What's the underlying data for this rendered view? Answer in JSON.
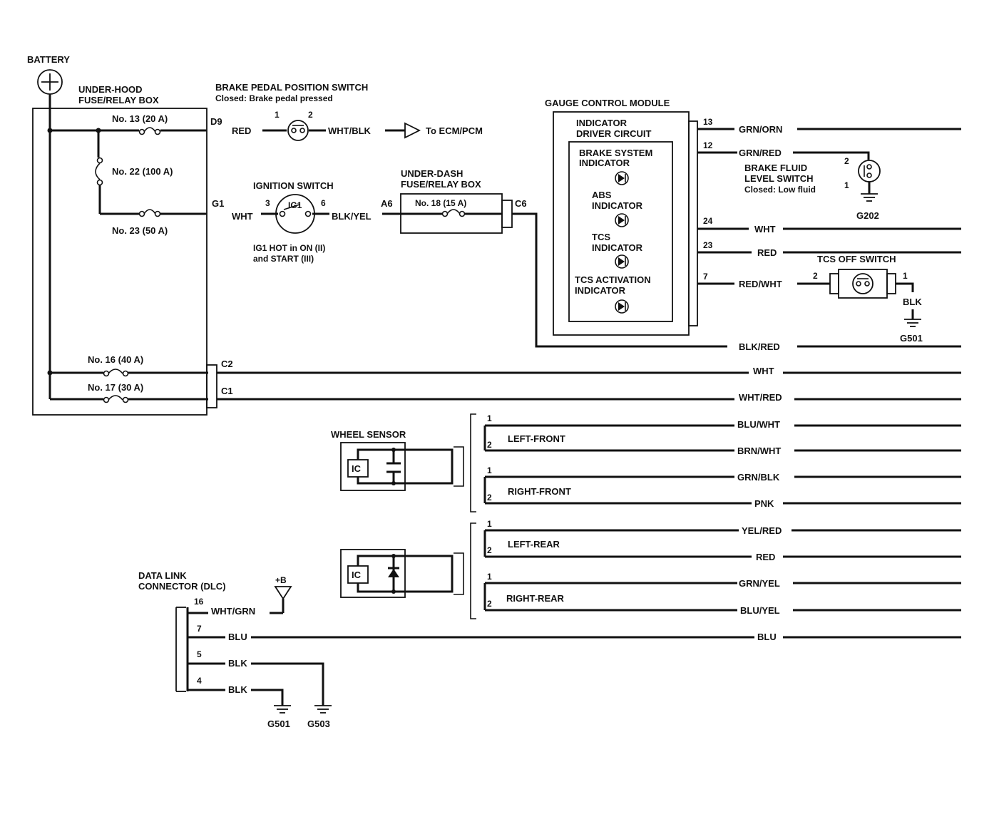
{
  "battery": {
    "label": "BATTERY"
  },
  "underhood": {
    "title1": "UNDER-HOOD",
    "title2": "FUSE/RELAY BOX",
    "fuse13": "No. 13 (20 A)",
    "fuse22": "No. 22 (100 A)",
    "fuse23": "No. 23 (50 A)",
    "fuse16": "No. 16 (40 A)",
    "fuse17": "No. 17 (30 A)",
    "term_d9": "D9",
    "term_g1": "G1",
    "term_c2": "C2",
    "term_c1": "C1"
  },
  "brake_switch": {
    "title": "BRAKE PEDAL POSITION SWITCH",
    "subtitle": "Closed: Brake pedal pressed",
    "pin1": "1",
    "pin2": "2",
    "wire_in": "RED",
    "wire_out": "WHT/BLK",
    "dest": "To ECM/PCM"
  },
  "ignition": {
    "title": "IGNITION SWITCH",
    "pin3": "3",
    "pin6": "6",
    "contact": "IG1",
    "wire_in": "WHT",
    "wire_out": "BLK/YEL",
    "note1": "IG1 HOT in ON (II)",
    "note2": "and START (III)"
  },
  "underdash": {
    "title1": "UNDER-DASH",
    "title2": "FUSE/RELAY BOX",
    "fuse18": "No. 18 (15 A)",
    "term_a6": "A6",
    "term_c6": "C6"
  },
  "gcm": {
    "title": "GAUGE CONTROL MODULE",
    "driver1": "INDICATOR",
    "driver2": "DRIVER CIRCUIT",
    "brake1": "BRAKE SYSTEM",
    "brake2": "INDICATOR",
    "abs1": "ABS",
    "abs2": "INDICATOR",
    "tcs1": "TCS",
    "tcs2": "INDICATOR",
    "tcsact1": "TCS ACTIVATION",
    "tcsact2": "INDICATOR",
    "pin13": "13",
    "pin12": "12",
    "pin24": "24",
    "pin23": "23",
    "pin7": "7"
  },
  "fluid_switch": {
    "title1": "BRAKE FLUID",
    "title2": "LEVEL SWITCH",
    "subtitle": "Closed: Low fluid",
    "pin2": "2",
    "pin1": "1",
    "ground": "G202"
  },
  "tcs_off": {
    "title": "TCS OFF SWITCH",
    "pin2": "2",
    "pin1": "1",
    "wire": "BLK",
    "ground": "G501"
  },
  "wires": {
    "grn_orn": "GRN/ORN",
    "grn_red": "GRN/RED",
    "wht_24": "WHT",
    "red_23": "RED",
    "red_wht": "RED/WHT",
    "blk_red": "BLK/RED",
    "wht_c2": "WHT",
    "wht_red": "WHT/RED"
  },
  "wheel_sensors": {
    "title": "WHEEL SENSOR",
    "ic": "IC",
    "left_front": "LEFT-FRONT",
    "right_front": "RIGHT-FRONT",
    "left_rear": "LEFT-REAR",
    "right_rear": "RIGHT-REAR",
    "pin1": "1",
    "pin2": "2",
    "lf1": "BLU/WHT",
    "lf2": "BRN/WHT",
    "rf1": "GRN/BLK",
    "rf2": "PNK",
    "lr1": "YEL/RED",
    "lr2": "RED",
    "rr1": "GRN/YEL",
    "rr2": "BLU/YEL"
  },
  "dlc": {
    "title1": "DATA LINK",
    "title2": "CONNECTOR (DLC)",
    "supply": "+B",
    "pin16": "16",
    "pin7": "7",
    "pin5": "5",
    "pin4": "4",
    "wire16": "WHT/GRN",
    "wire7": "BLU",
    "wire7_right": "BLU",
    "wire5": "BLK",
    "wire4": "BLK",
    "ground1": "G501",
    "ground2": "G503"
  }
}
